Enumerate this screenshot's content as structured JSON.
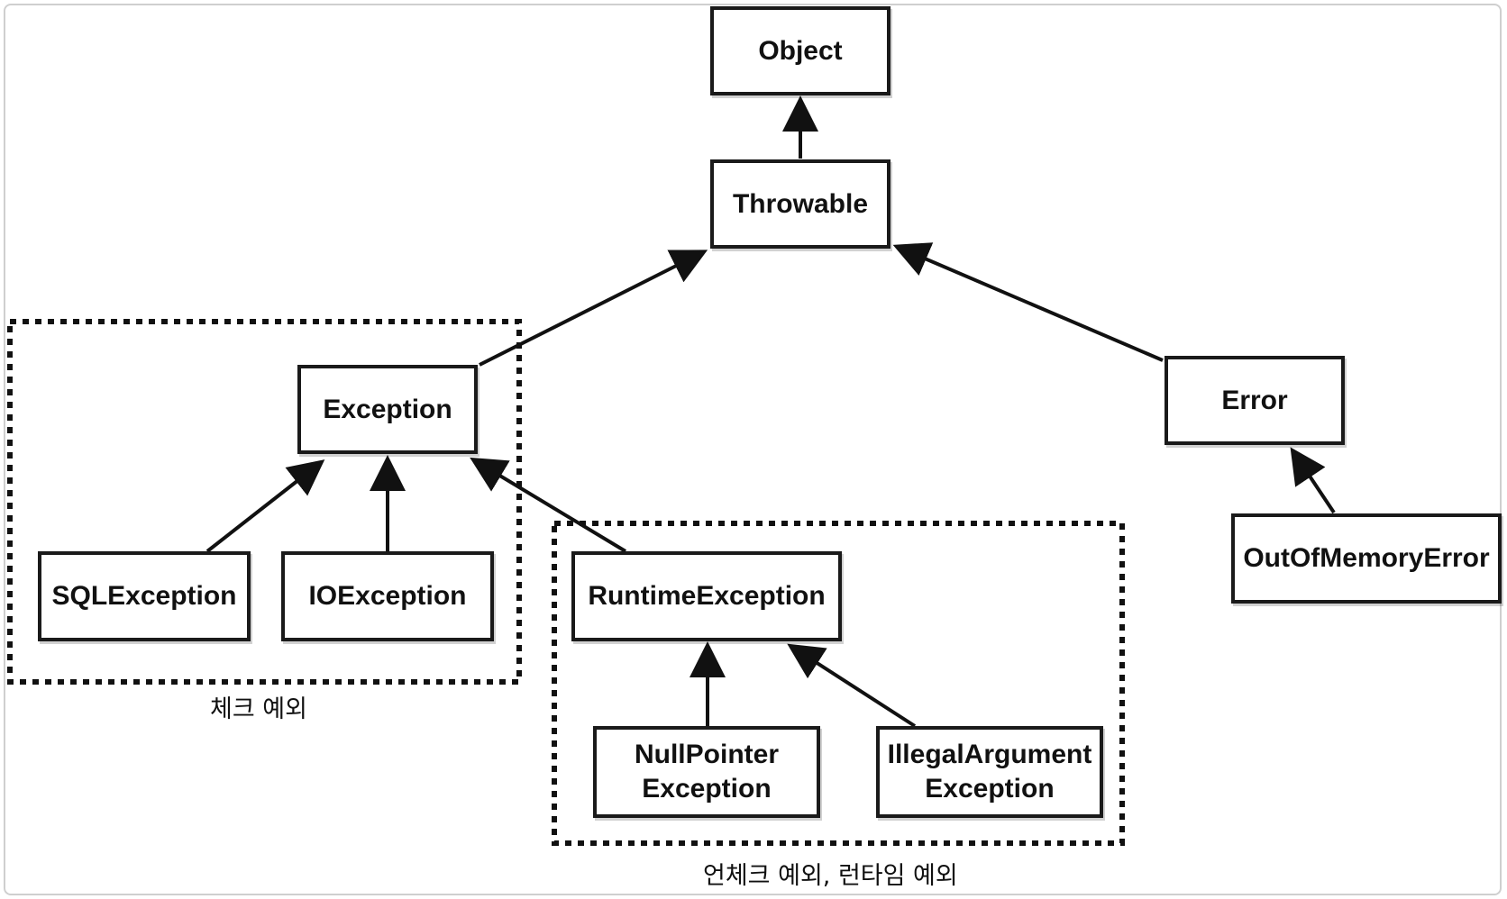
{
  "nodes": {
    "object": "Object",
    "throwable": "Throwable",
    "exception": "Exception",
    "error": "Error",
    "sql_exception": "SQLException",
    "io_exception": "IOException",
    "runtime_exception": "RuntimeException",
    "out_of_memory_error": "OutOfMemoryError",
    "null_pointer_exception": "NullPointer\nException",
    "illegal_argument_exception": "IllegalArgument\nException"
  },
  "groups": {
    "checked_label": "체크 예외",
    "unchecked_label": "언체크 예외, 런타임 예외"
  }
}
